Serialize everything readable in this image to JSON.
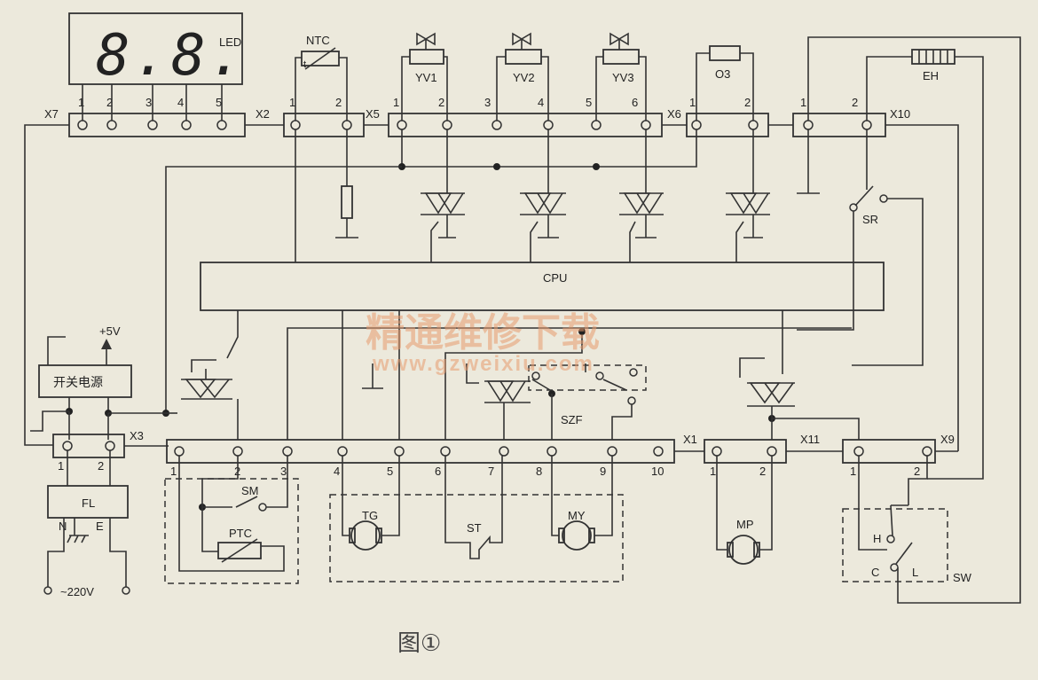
{
  "display": {
    "digits": "8.8.",
    "label": "LED"
  },
  "cpu_label": "CPU",
  "connectors": {
    "X7": {
      "label": "X7",
      "pins": [
        "1",
        "2",
        "3",
        "4",
        "5"
      ]
    },
    "X2": {
      "label": "X2",
      "pins": [
        "1",
        "2"
      ]
    },
    "X5": {
      "label": "X5",
      "pins": [
        "1",
        "2",
        "3",
        "4",
        "5",
        "6"
      ]
    },
    "X6": {
      "label": "X6",
      "pins": [
        "1",
        "2"
      ]
    },
    "X10": {
      "label": "X10",
      "pins": [
        "1",
        "2"
      ]
    },
    "X3": {
      "label": "X3",
      "pins": [
        "1",
        "2"
      ]
    },
    "X1": {
      "label": "X1",
      "pins": [
        "1",
        "2",
        "3",
        "4",
        "5",
        "6",
        "7",
        "8",
        "9",
        "10"
      ]
    },
    "X11": {
      "label": "X11",
      "pins": [
        "1",
        "2"
      ]
    },
    "X9": {
      "label": "X9",
      "pins": [
        "1",
        "2"
      ]
    }
  },
  "components": {
    "ntc": "NTC",
    "ntc_t": "t",
    "yv1": "YV1",
    "yv2": "YV2",
    "yv3": "YV3",
    "o3": "O3",
    "eh": "EH",
    "sr": "SR",
    "power_supply": "开关电源",
    "plus5v": "+5V",
    "fl": "FL",
    "n": "N",
    "e": "E",
    "mains": "~220V",
    "sm": "SM",
    "ptc": "PTC",
    "tg": "TG",
    "st": "ST",
    "my": "MY",
    "szf": "SZF",
    "mp": "MP",
    "sw": "SW",
    "h": "H",
    "c": "C",
    "l": "L"
  },
  "watermark": {
    "title": "精通维修下载",
    "url": "www.gzweixiu.com"
  },
  "caption": "图①"
}
